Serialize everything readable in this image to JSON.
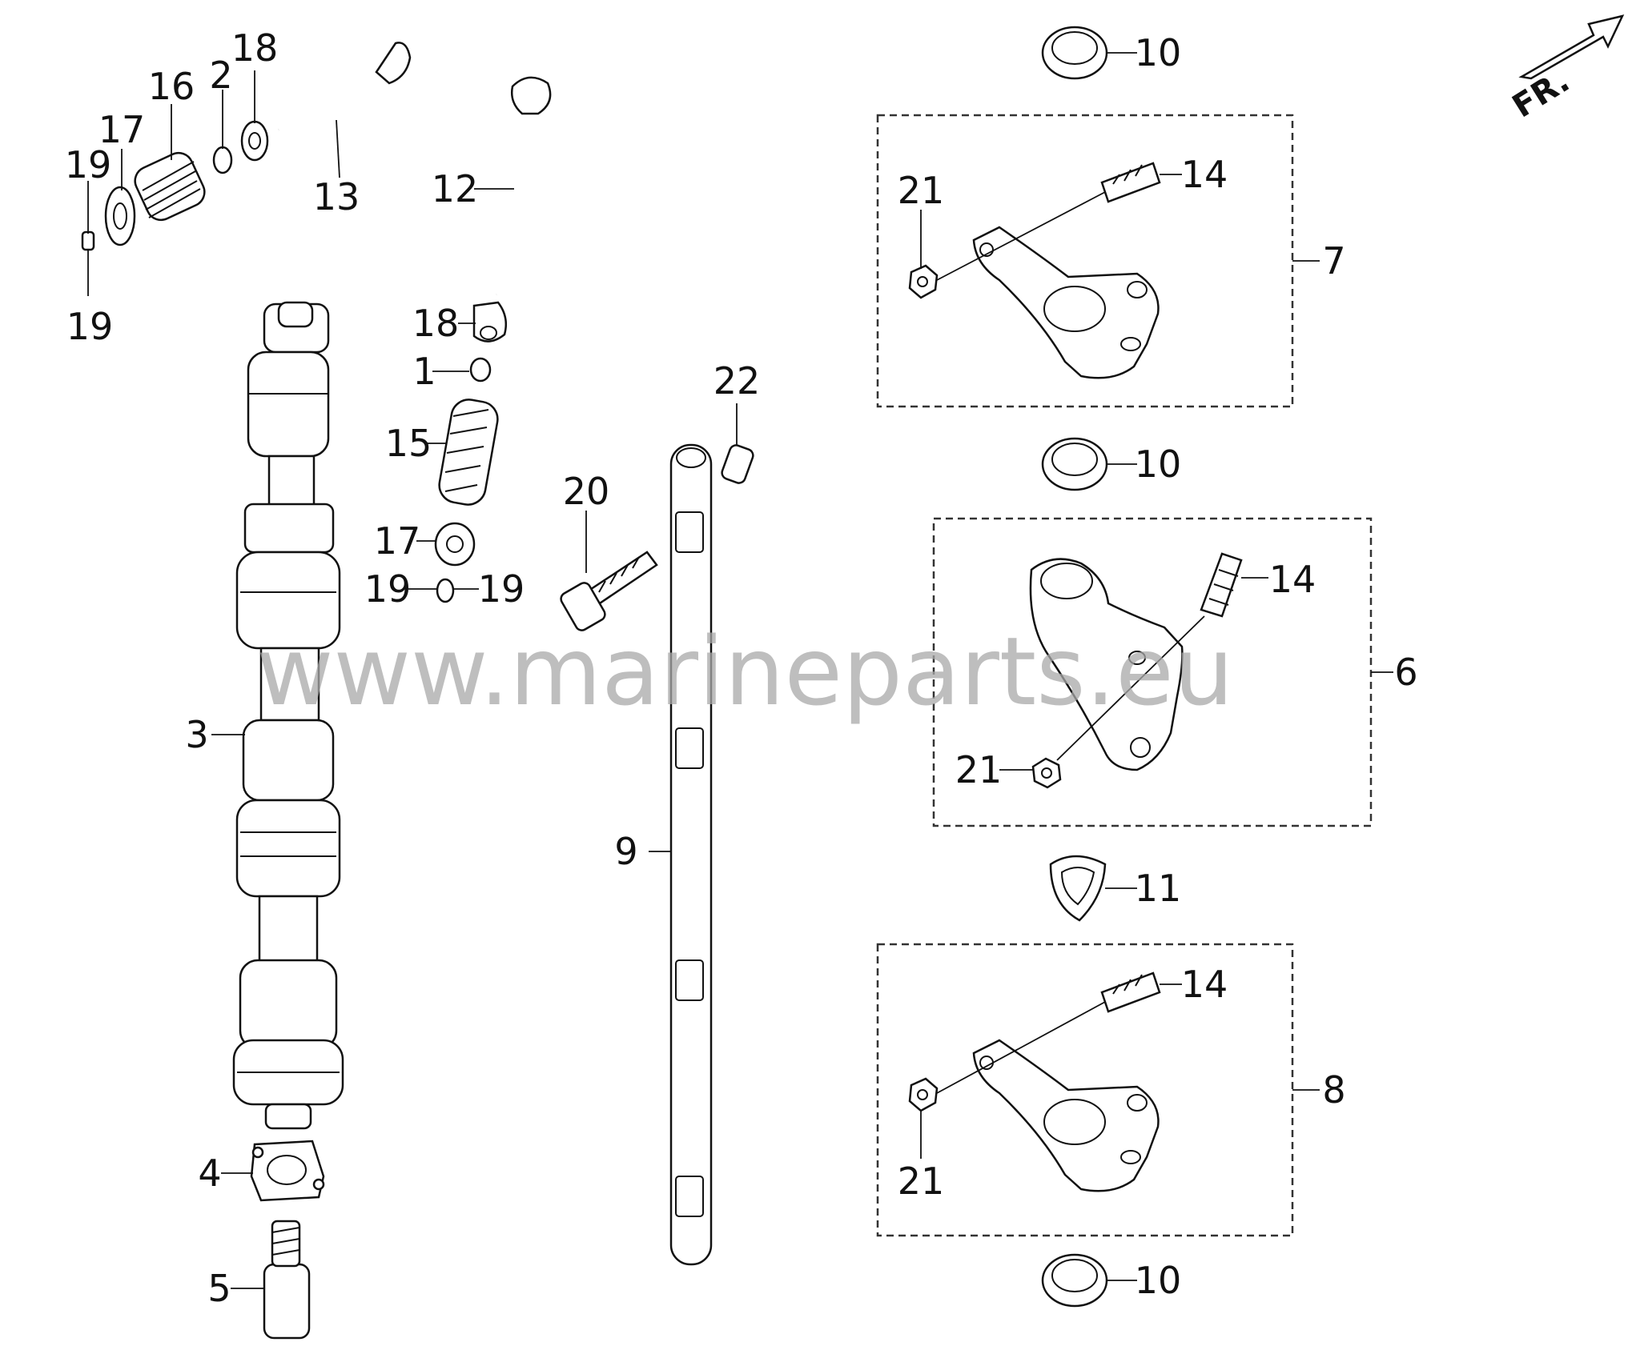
{
  "diagram": {
    "watermark": "www.marineparts.eu",
    "direction_label": "FR.",
    "callouts": [
      {
        "id": "c19a",
        "label": "19"
      },
      {
        "id": "c17a",
        "label": "17"
      },
      {
        "id": "c16",
        "label": "16"
      },
      {
        "id": "c2",
        "label": "2"
      },
      {
        "id": "c18a",
        "label": "18"
      },
      {
        "id": "c13",
        "label": "13"
      },
      {
        "id": "c19b",
        "label": "19"
      },
      {
        "id": "c12",
        "label": "12"
      },
      {
        "id": "c18b",
        "label": "18"
      },
      {
        "id": "c1",
        "label": "1"
      },
      {
        "id": "c15",
        "label": "15"
      },
      {
        "id": "c17b",
        "label": "17"
      },
      {
        "id": "c19c",
        "label": "19"
      },
      {
        "id": "c19d",
        "label": "19"
      },
      {
        "id": "c3",
        "label": "3"
      },
      {
        "id": "c4",
        "label": "4"
      },
      {
        "id": "c5",
        "label": "5"
      },
      {
        "id": "c22",
        "label": "22"
      },
      {
        "id": "c20",
        "label": "20"
      },
      {
        "id": "c9",
        "label": "9"
      },
      {
        "id": "c10a",
        "label": "10"
      },
      {
        "id": "c10b",
        "label": "10"
      },
      {
        "id": "c10c",
        "label": "10"
      },
      {
        "id": "c11",
        "label": "11"
      },
      {
        "id": "c14a",
        "label": "14"
      },
      {
        "id": "c14b",
        "label": "14"
      },
      {
        "id": "c14c",
        "label": "14"
      },
      {
        "id": "c21a",
        "label": "21"
      },
      {
        "id": "c21b",
        "label": "21"
      },
      {
        "id": "c21c",
        "label": "21"
      },
      {
        "id": "c7",
        "label": "7"
      },
      {
        "id": "c6",
        "label": "6"
      },
      {
        "id": "c8",
        "label": "8"
      }
    ]
  }
}
